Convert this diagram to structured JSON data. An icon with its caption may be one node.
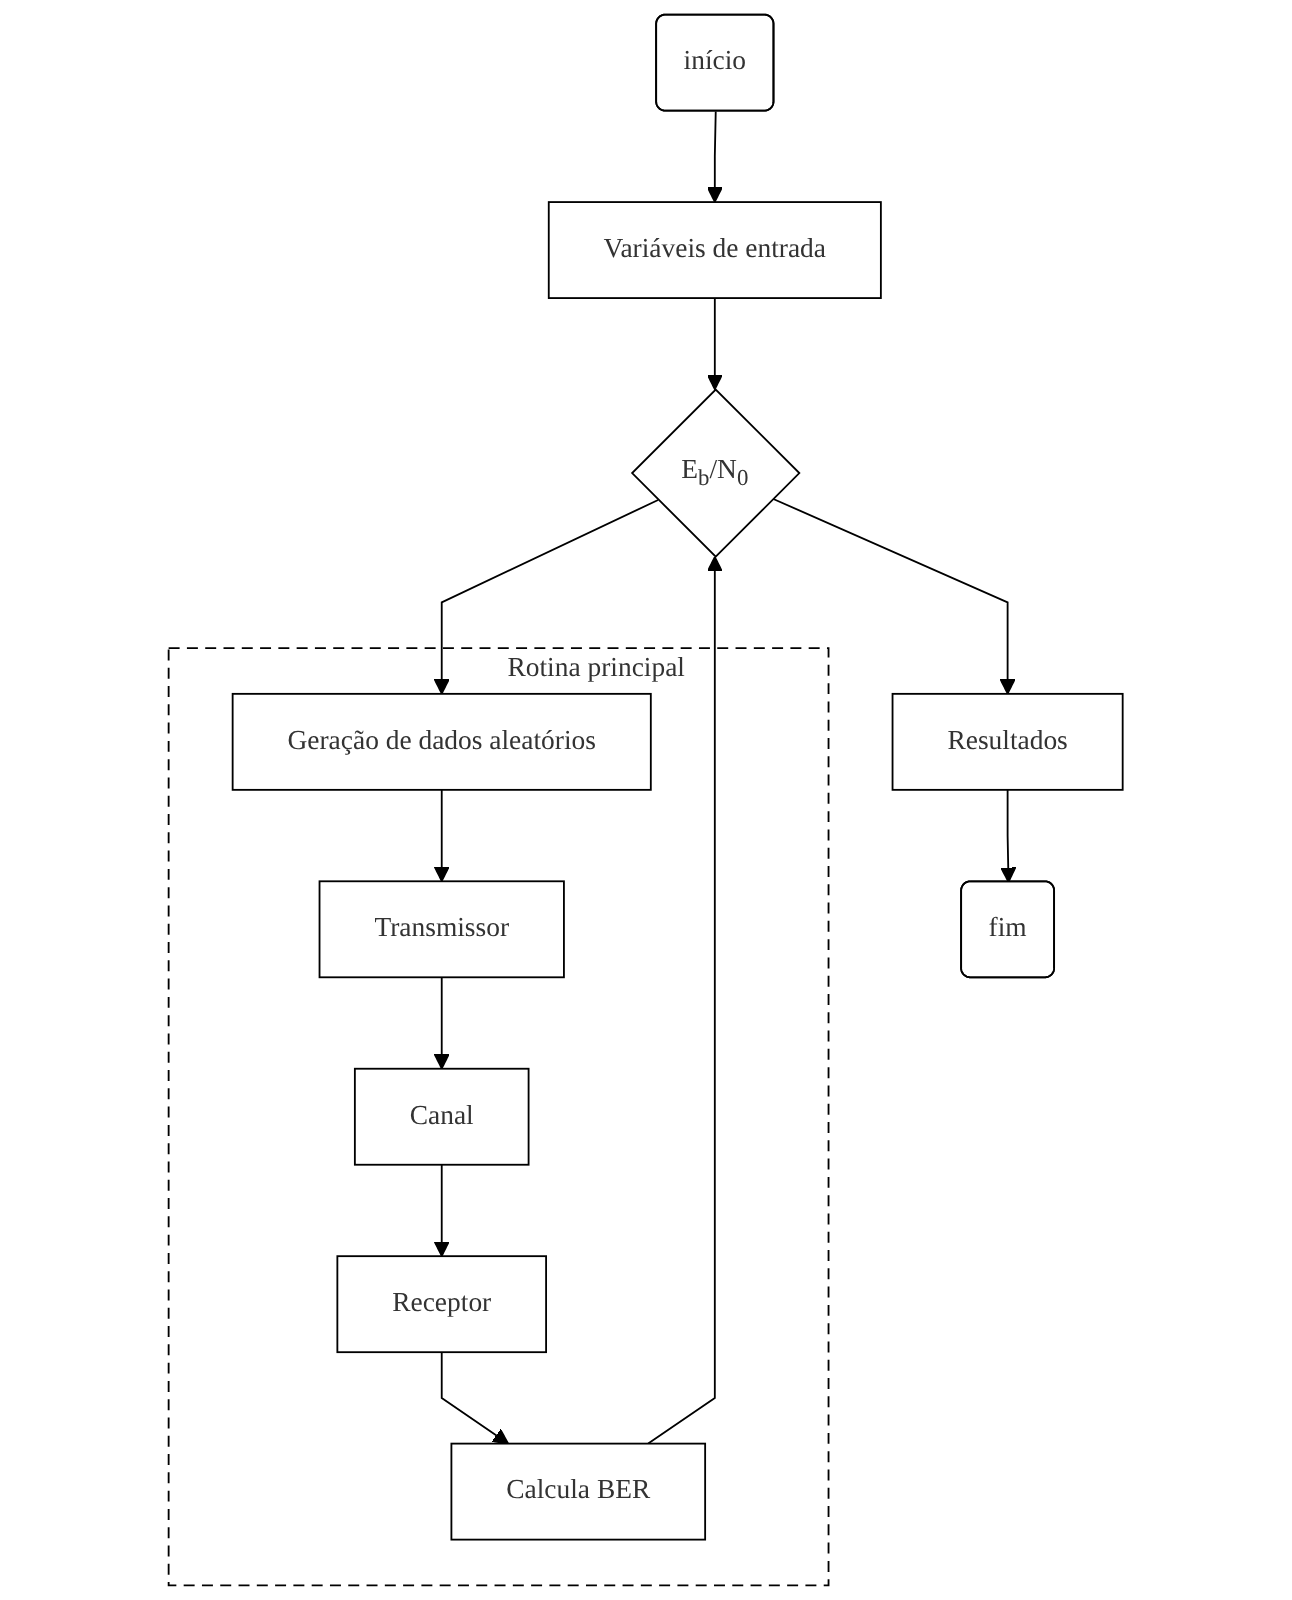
{
  "diagram": {
    "nodes": [
      {
        "text": [
          "início"
        ]
      },
      {
        "text": [
          "Variáveis de entrada"
        ]
      },
      {
        "text": [
          "E$_{b}$/N$_{0}$"
        ]
      },
      {
        "text": [
          "Rotina principal"
        ]
      },
      {
        "text": [
          "Geração de dados aleatórios"
        ],
        "in": 3
      },
      {
        "text": [
          "Transmissor"
        ],
        "in": 3
      },
      {
        "text": [
          "Canal"
        ],
        "in": 3
      },
      {
        "text": [
          "Receptor"
        ],
        "in": 3
      },
      {
        "text": [
          "Calcula BER"
        ],
        "in": 3
      },
      {
        "text": [
          "Resultados"
        ]
      },
      {
        "text": [
          "fim"
        ]
      }
    ],
    "edges": [
      {
        "from": 0,
        "to": 1,
        "arrow": "to"
      },
      {
        "from": 1,
        "to": 2,
        "arrow": "to"
      },
      {
        "from": 2,
        "to": 4,
        "arrow": "to"
      },
      {
        "from": 4,
        "to": 5,
        "arrow": "to"
      },
      {
        "from": 5,
        "to": 6,
        "arrow": "to"
      },
      {
        "from": 6,
        "to": 7,
        "arrow": "to"
      },
      {
        "from": 7,
        "to": 8,
        "arrow": "to"
      },
      {
        "from": 8,
        "to": 2,
        "arrow": "to"
      },
      {
        "from": 2,
        "to": 9,
        "arrow": "to"
      },
      {
        "from": 9,
        "to": 10,
        "arrow": "to"
      }
    ]
  }
}
